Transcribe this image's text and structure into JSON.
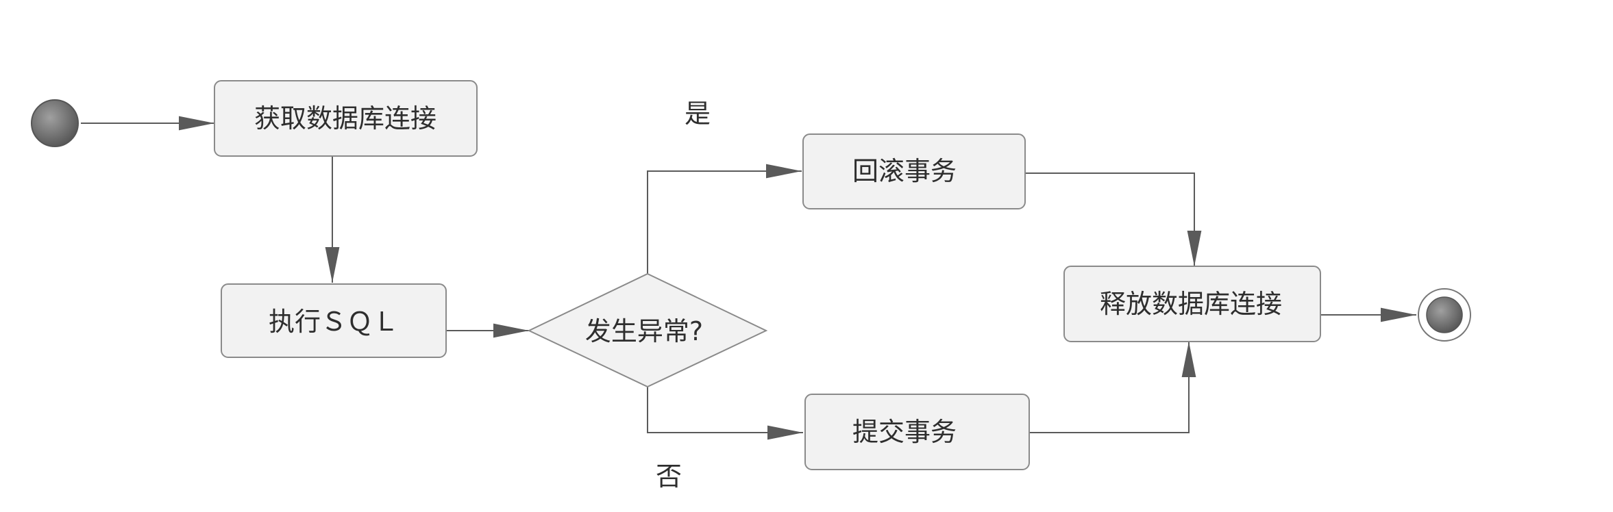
{
  "diagram": {
    "nodes": {
      "get_connection": "获取数据库连接",
      "execute_sql": "执行ＳＱＬ",
      "exception_decision": "发生异常?",
      "rollback": "回滚事务",
      "commit": "提交事务",
      "release_connection": "释放数据库连接"
    },
    "branches": {
      "yes": "是",
      "no": "否"
    },
    "colors": {
      "node_fill": "#f2f2f2",
      "node_border": "#8a8a8a",
      "edge": "#5a5a5a",
      "terminal": "#6f6f6f"
    }
  }
}
